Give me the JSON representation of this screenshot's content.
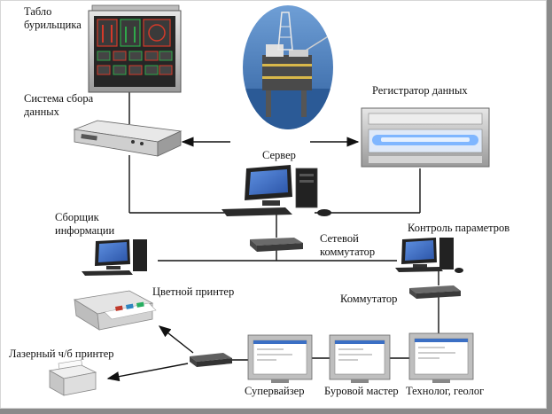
{
  "labels": {
    "driller_display": "Табло\nбурильщика",
    "data_acquisition": "Система сбора\nданных",
    "data_recorder": "Регистратор данных",
    "server": "Сервер",
    "info_collector": "Сборщик\nинформации",
    "network_switch": "Сетевой\nкоммутатор",
    "parameter_control": "Контроль параметров",
    "color_printer": "Цветной принтер",
    "switch": "Коммутатор",
    "laser_printer": "Лазерный ч/б принтер",
    "supervisor": "Супервайзер",
    "drilling_master": "Буровой мастер",
    "technologist_geologist": "Технолог, геолог"
  },
  "colors": {
    "line": "#111111",
    "sea": "#3f76b8",
    "monitor_screen": "#3b6fc4",
    "device_gray": "#c9c9c9",
    "display_panel": "#2a2a2a",
    "display_red": "#d43a2a",
    "display_green": "#2fa84a",
    "recorder_glow": "#7fb6ff"
  }
}
